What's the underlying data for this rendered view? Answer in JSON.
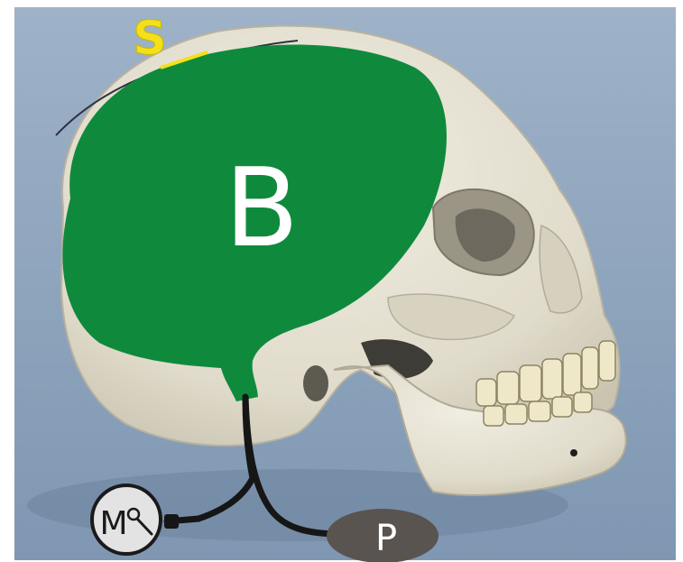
{
  "labels": {
    "brain": "B",
    "sensor": "S",
    "meter": "M",
    "plug": "P"
  },
  "colors": {
    "background": "#8fa5bf",
    "bone": "#e6e2d3",
    "bone_shadow": "#b8b3a2",
    "brain": "#0f8a3c",
    "brain_label": "#ffffff",
    "sensor_label": "#f3e01a",
    "cable": "#161616",
    "meter_face": "#e3e3e3",
    "plug_body": "#595450",
    "plug_label": "#ffffff"
  },
  "icons": {
    "meter_needle": "magnifier-needle-icon"
  }
}
